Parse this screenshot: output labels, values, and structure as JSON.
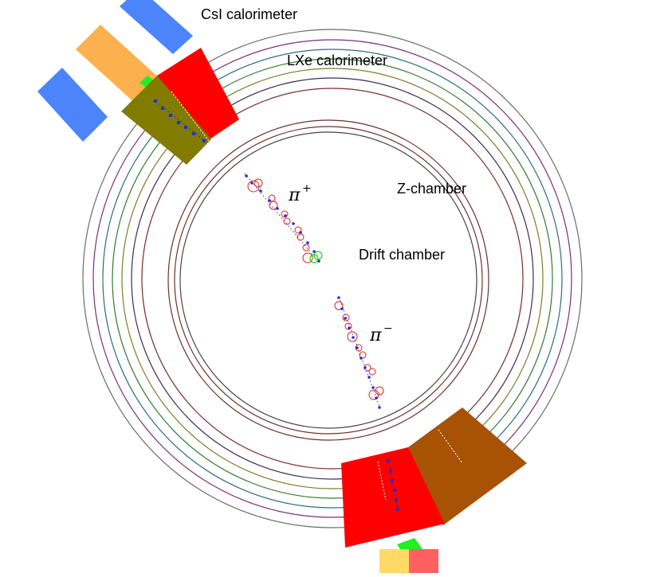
{
  "labels": {
    "csi": "CsI calorimeter",
    "lxe": "LXe calorimeter",
    "zchamber": "Z-chamber",
    "drift": "Drift chamber",
    "pi_plus_base": "π",
    "pi_plus_sign": "+",
    "pi_minus_base": "π",
    "pi_minus_sign": "−"
  },
  "colors": {
    "csi_blue": "#4b84fb",
    "csi_orange": "#fdb04e",
    "lxe_red": "#ff0000",
    "lxe_olive": "#817c00",
    "lxe_brown": "#a75205",
    "hit_blue": "#1f2fd6",
    "hit_red": "#e22020",
    "hit_green": "#22d022",
    "yellow_block": "#ffd966",
    "pink_block": "#ff6060",
    "green_patch": "#22ee22"
  },
  "rings": {
    "stroke_colors": [
      "#7a2c2c",
      "#3a2c5c",
      "#2f7b2c",
      "#7b7b2c",
      "#2c6b7b",
      "#7b2c7b",
      "#5c5c5c",
      "#2c2c7b",
      "#7b5c2c",
      "#444444"
    ]
  }
}
